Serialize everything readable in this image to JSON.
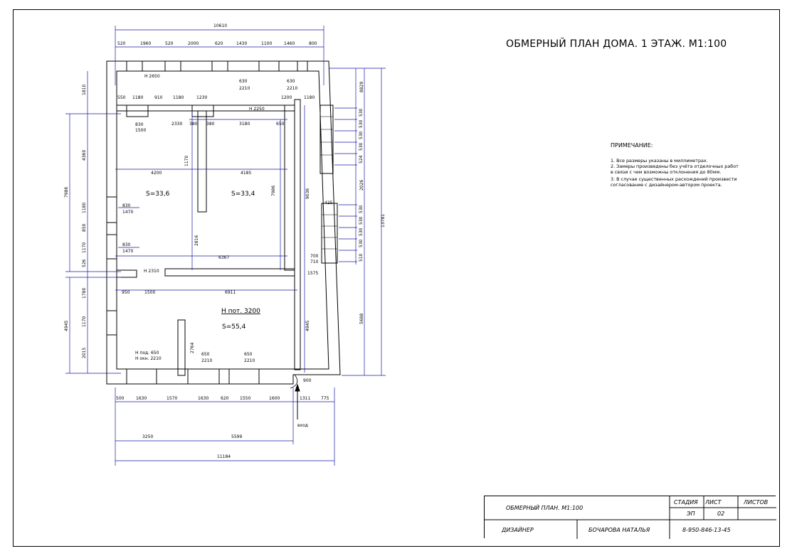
{
  "title": "ОБМЕРНЫЙ ПЛАН ДОМА. 1 ЭТАЖ. М1:100",
  "note": {
    "heading": "ПРИМЕЧАНИЕ:",
    "lines": [
      "1. Все размеры указаны в миллиметрах.",
      "2. Замеры произведены без учёта отделочных работ",
      "    в связи с чем возможны отклонения до 80мм.",
      "3. В случае существенных расхождений произвести",
      "    согласование с дизайнером-автором проекта."
    ]
  },
  "stamp": {
    "sheet_name": "ОБМЕРНЫЙ ПЛАН. М1:100",
    "stage_label": "СТАДИЯ",
    "sheet_label": "ЛИСТ",
    "sheets_label": "ЛИСТОВ",
    "stage_value": "ЭП",
    "sheet_value": "02",
    "designer_label": "ДИЗАЙНЕР",
    "designer_name": "БОЧАРОВА НАТАЛЬЯ",
    "phone": "8-950-846-13-45"
  },
  "rooms": [
    {
      "name": "S=33,6"
    },
    {
      "name": "S=33,4"
    },
    {
      "name": "H пот. 3200"
    },
    {
      "name": "S=55,4"
    }
  ],
  "entrance_label": "вход",
  "dims": {
    "top_total": "10610",
    "top": [
      "520",
      "1960",
      "520",
      "2000",
      "620",
      "1430",
      "1100",
      "1460",
      "800"
    ],
    "bottom_row1": [
      "500",
      "1630",
      "1570",
      "1630",
      "620",
      "1550",
      "1600",
      "1311",
      "775"
    ],
    "bottom_row2": [
      "3250",
      "5599"
    ],
    "bottom_total": "11184",
    "left_outer": [
      "7986",
      "4945"
    ],
    "left_inner": [
      "1810",
      "4360",
      "1180",
      "850",
      "1170",
      "526",
      "1780",
      "1170",
      "2015"
    ],
    "right_outer": "13781",
    "right_inner": [
      "8829",
      "2026",
      "5688",
      "4945",
      "9036"
    ],
    "right_steps": [
      "530",
      "530",
      "530",
      "530",
      "524",
      "530",
      "530",
      "530",
      "530",
      "510"
    ],
    "interior": [
      "550",
      "1180",
      "910",
      "1180",
      "1230",
      "1200",
      "1180",
      "H 2650",
      "630",
      "2210",
      "630",
      "2210",
      "830",
      "1500",
      "2330",
      "380",
      "380",
      "3180",
      "650",
      "H 2250",
      "4200",
      "4185",
      "1170",
      "7986",
      "830",
      "1470",
      "830",
      "1470",
      "2816",
      "6367",
      "H 2310",
      "700",
      "710",
      "425",
      "1575",
      "950",
      "1500",
      "6911",
      "H под. 650",
      "H окн. 2210",
      "650",
      "2210",
      "650",
      "2210",
      "2764",
      "900"
    ]
  }
}
